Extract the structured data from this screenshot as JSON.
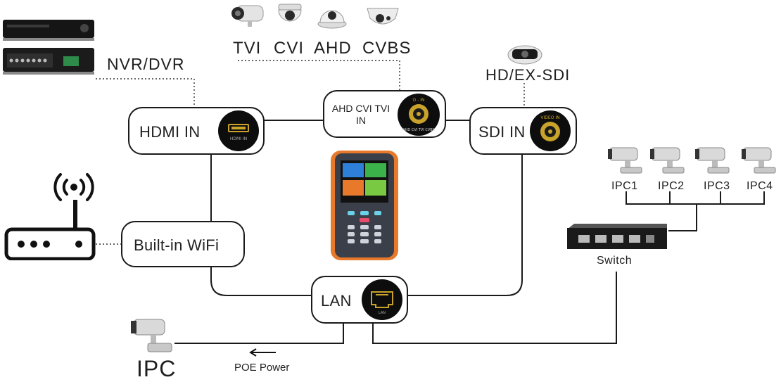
{
  "colors": {
    "line": "#1a1a1a",
    "accent": "#c8a22a",
    "device_orange": "#e8792b",
    "dark": "#111111"
  },
  "top_labels": {
    "tvi": "TVI",
    "cvi": "CVI",
    "ahd": "AHD",
    "cvbs": "CVBS"
  },
  "nvr_dvr_label": "NVR/DVR",
  "sdi_source_label": "HD/EX-SDI",
  "ports": {
    "hdmi": {
      "label": "HDMI IN",
      "port_text": "HDMI IN"
    },
    "analog": {
      "label_line1": "AHD CVI TVI",
      "label_line2": "IN",
      "port_text": "AHD CVI TVI CVBS"
    },
    "sdi": {
      "label": "SDI IN",
      "port_text": "VIDEO IN"
    },
    "wifi": {
      "label": "Built-in WiFi"
    },
    "lan": {
      "label": "LAN",
      "port_text": "LAN"
    }
  },
  "ipc_list": [
    "IPC1",
    "IPC2",
    "IPC3",
    "IPC4"
  ],
  "switch_label": "Switch",
  "poe_label": "POE Power",
  "ipc_label": "IPC",
  "icons": [
    "camera-icon",
    "dvr-icon",
    "router-icon",
    "wifi-signal-icon",
    "ethernet-port-icon",
    "network-switch-icon",
    "tester-device-icon"
  ]
}
